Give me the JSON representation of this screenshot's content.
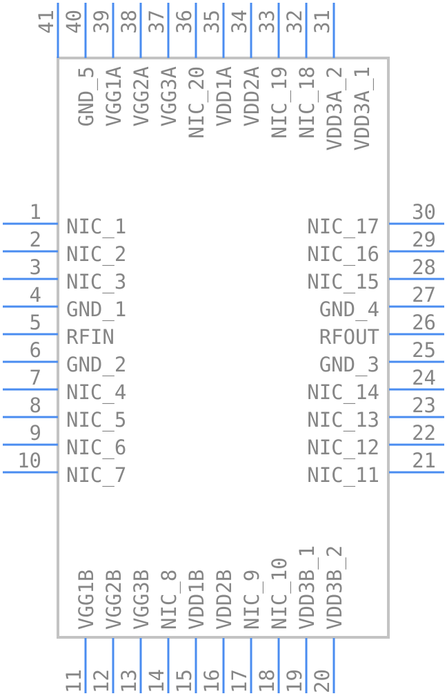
{
  "colors": {
    "pin": "#4a8cf0",
    "body": "#c3c3c3",
    "text": "#868686",
    "background": "#ffffff"
  },
  "left_pins": [
    {
      "num": "1",
      "name": "NIC_1"
    },
    {
      "num": "2",
      "name": "NIC_2"
    },
    {
      "num": "3",
      "name": "NIC_3"
    },
    {
      "num": "4",
      "name": "GND_1"
    },
    {
      "num": "5",
      "name": "RFIN"
    },
    {
      "num": "6",
      "name": "GND_2"
    },
    {
      "num": "7",
      "name": "NIC_4"
    },
    {
      "num": "8",
      "name": "NIC_5"
    },
    {
      "num": "9",
      "name": "NIC_6"
    },
    {
      "num": "10",
      "name": "NIC_7"
    }
  ],
  "right_pins": [
    {
      "num": "30",
      "name": "NIC_17"
    },
    {
      "num": "29",
      "name": "NIC_16"
    },
    {
      "num": "28",
      "name": "NIC_15"
    },
    {
      "num": "27",
      "name": "GND_4"
    },
    {
      "num": "26",
      "name": "RFOUT"
    },
    {
      "num": "25",
      "name": "GND_3"
    },
    {
      "num": "24",
      "name": "NIC_14"
    },
    {
      "num": "23",
      "name": "NIC_13"
    },
    {
      "num": "22",
      "name": "NIC_12"
    },
    {
      "num": "21",
      "name": "NIC_11"
    }
  ],
  "bottom_pins": [
    {
      "num": "11",
      "name": "VGG1B"
    },
    {
      "num": "12",
      "name": "VGG2B"
    },
    {
      "num": "13",
      "name": "VGG3B"
    },
    {
      "num": "14",
      "name": "NIC_8"
    },
    {
      "num": "15",
      "name": "VDD1B"
    },
    {
      "num": "16",
      "name": "VDD2B"
    },
    {
      "num": "17",
      "name": "NIC_9"
    },
    {
      "num": "18",
      "name": "NIC_10"
    },
    {
      "num": "19",
      "name": "VDD3B_1"
    },
    {
      "num": "20",
      "name": "VDD3B_2"
    }
  ],
  "top_pins": [
    {
      "num": "41",
      "name": ""
    },
    {
      "num": "40",
      "name": "GND_5"
    },
    {
      "num": "39",
      "name": "VGG1A"
    },
    {
      "num": "38",
      "name": "VGG2A"
    },
    {
      "num": "37",
      "name": "VGG3A"
    },
    {
      "num": "36",
      "name": "NIC_20"
    },
    {
      "num": "35",
      "name": "VDD1A"
    },
    {
      "num": "34",
      "name": "VDD2A"
    },
    {
      "num": "33",
      "name": "NIC_19"
    },
    {
      "num": "32",
      "name": "NIC_18"
    },
    {
      "num": "31",
      "name": "VDD3A_2"
    },
    {
      "num": "",
      "name": "VDD3A_1"
    }
  ]
}
